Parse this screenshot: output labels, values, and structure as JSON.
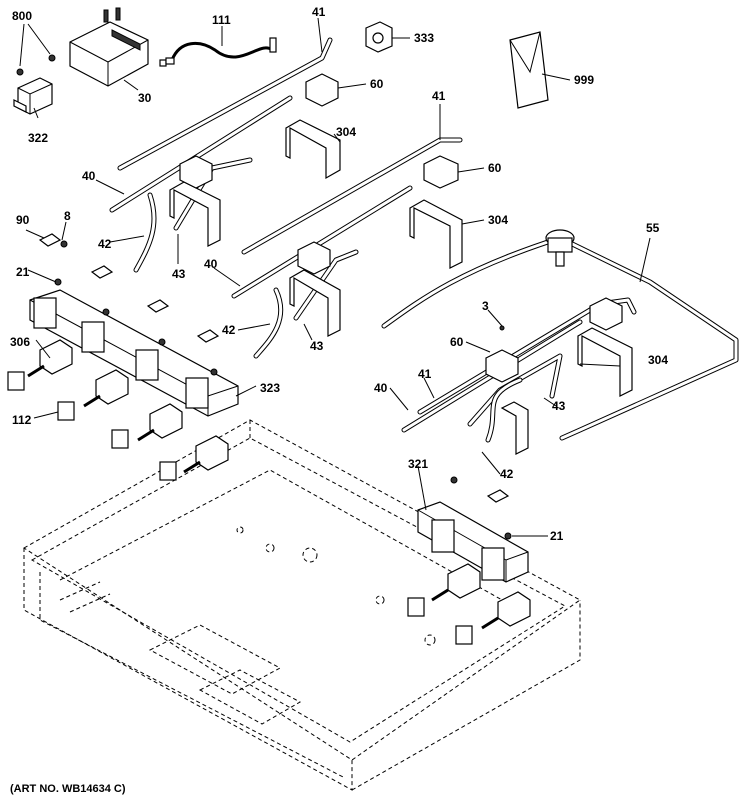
{
  "diagram": {
    "art_number": "(ART NO. WB14634 C)",
    "callouts": {
      "c800": "800",
      "c322": "322",
      "c30": "30",
      "c111": "111",
      "c41a": "41",
      "c333": "333",
      "c60a": "60",
      "c999": "999",
      "c304a": "304",
      "c41b": "41",
      "c60b": "60",
      "c40a": "40",
      "c90": "90",
      "c8": "8",
      "c42a": "42",
      "c43a": "43",
      "c21a": "21",
      "c304b": "304",
      "c55": "55",
      "c40b": "40",
      "c42b": "42",
      "c43b": "43",
      "c3": "3",
      "c306": "306",
      "c60c": "60",
      "c304c": "304",
      "c323": "323",
      "c40c": "40",
      "c41c": "41",
      "c112": "112",
      "c43c": "43",
      "c42c": "42",
      "c321": "321",
      "c21b": "21"
    }
  }
}
